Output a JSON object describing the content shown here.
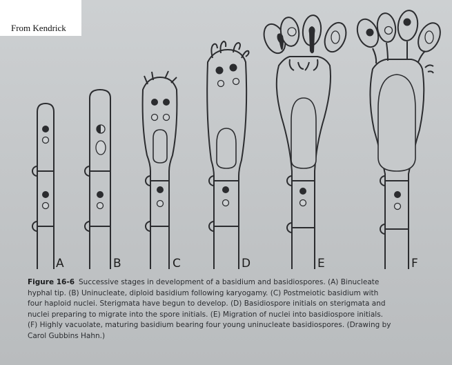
{
  "source": {
    "text": "From Kendrick"
  },
  "figure": {
    "stage_labels": [
      "A",
      "B",
      "C",
      "D",
      "E",
      "F"
    ],
    "caption_number": "Figure 16-6",
    "caption_lines": [
      "Successive stages in development of a basidium and basidiospores. (A) Binucleate",
      "hyphal tip. (B) Uninucleate, diploid basidium following karyogamy. (C) Postmeiotic basidium with",
      "four haploid nuclei. Sterigmata have begun to develop. (D) Basidiospore initials on sterigmata and",
      "nuclei preparing to migrate into the spore initials. (E) Migration of nuclei into basidiospore initials.",
      "(F) Highly vacuolate, maturing basidium bearing four young uninucleate basidiospores. (Drawing by",
      "Carol Gubbins Hahn.)"
    ]
  },
  "colors": {
    "ink": "#2a2b2e",
    "background": "#c6c9cb"
  }
}
